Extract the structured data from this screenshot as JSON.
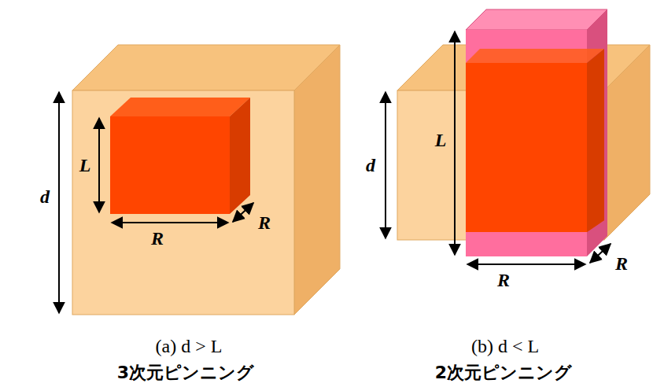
{
  "diagram": {
    "labels": [
      "d",
      "L",
      "R",
      "R",
      "(a) d > L",
      "3次元ピンニング",
      "d",
      "L",
      "R",
      "R",
      "(b) d < L",
      "2次元ピンニング"
    ]
  }
}
